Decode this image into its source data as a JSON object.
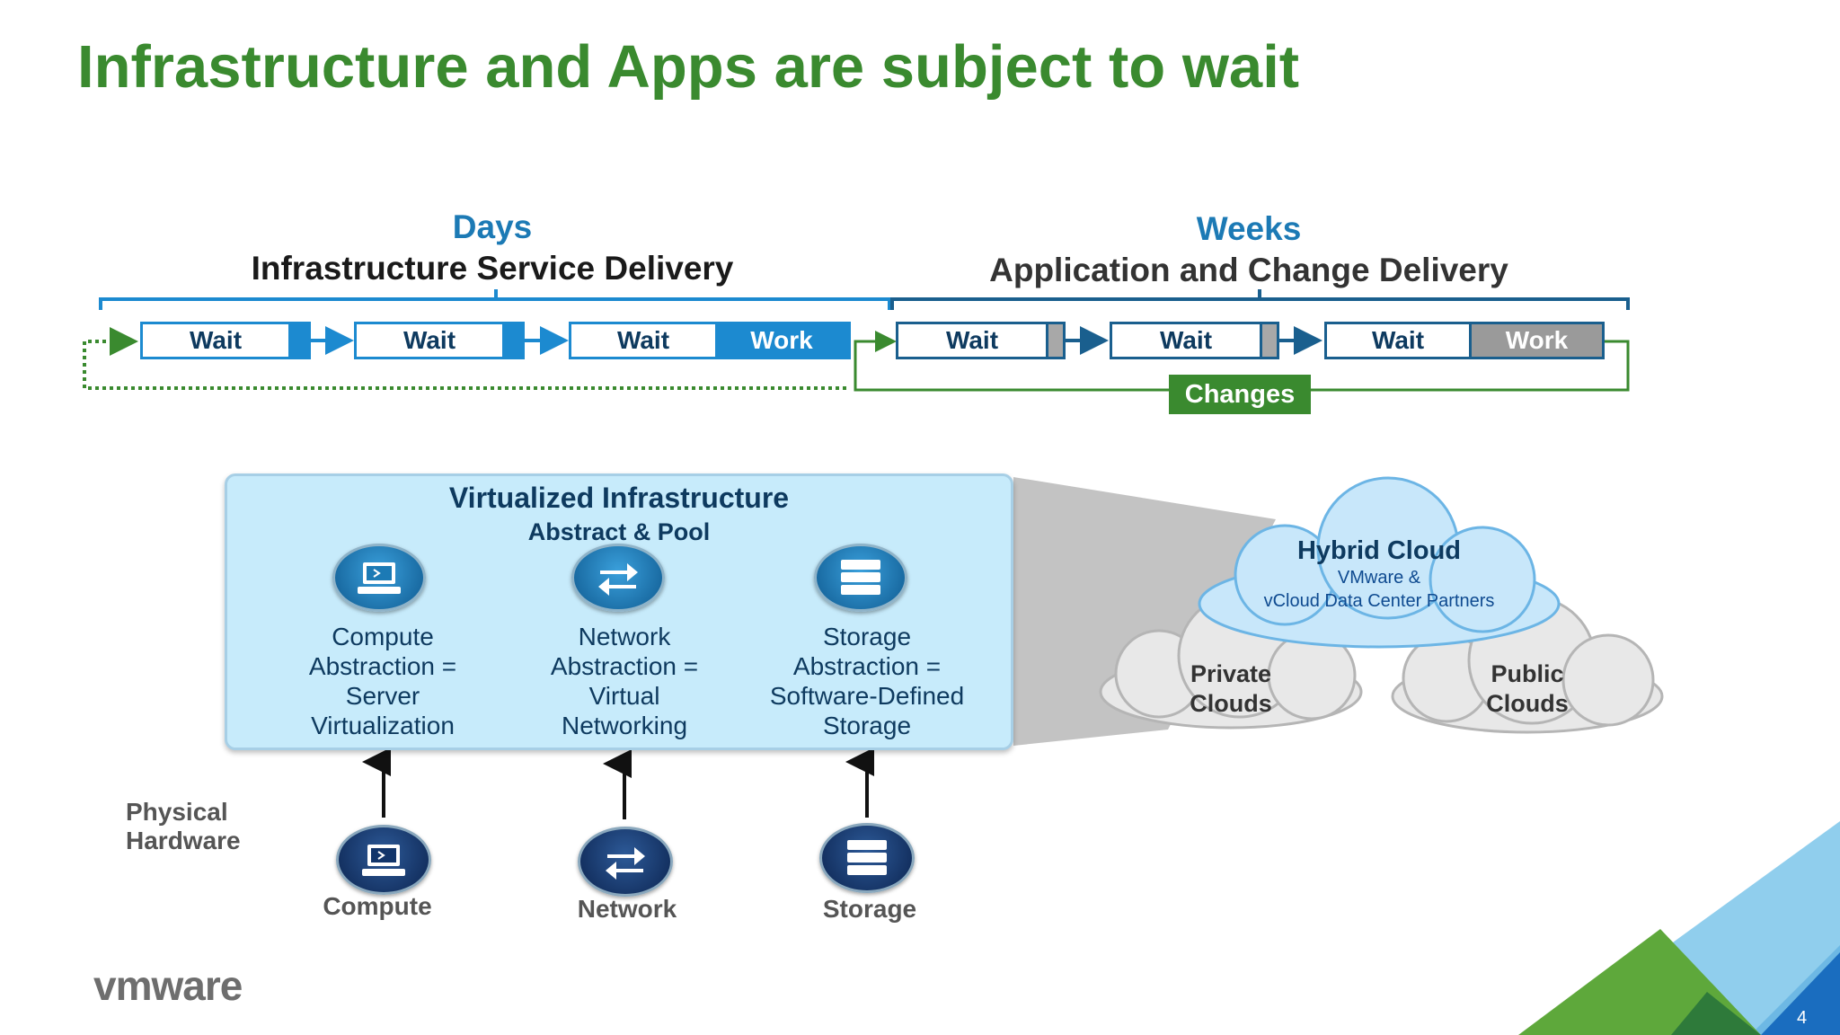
{
  "title": "Infrastructure and Apps are subject to wait",
  "left_header": {
    "duration": "Days",
    "label": "Infrastructure Service Delivery"
  },
  "right_header": {
    "duration": "Weeks",
    "label": "Application and Change Delivery"
  },
  "flow": {
    "wait": "Wait",
    "work": "Work",
    "changes": "Changes"
  },
  "virtualized": {
    "title": "Virtualized Infrastructure",
    "subtitle": "Abstract & Pool",
    "items": [
      {
        "line1": "Compute",
        "line2": "Abstraction =",
        "line3": "Server",
        "line4": "Virtualization"
      },
      {
        "line1": "Network",
        "line2": "Abstraction =",
        "line3": "Virtual",
        "line4": "Networking"
      },
      {
        "line1": "Storage",
        "line2": "Abstraction =",
        "line3": "Software-Defined",
        "line4": "Storage"
      }
    ]
  },
  "physical": {
    "title_line1": "Physical",
    "title_line2": "Hardware",
    "compute": "Compute",
    "network": "Network",
    "storage": "Storage"
  },
  "clouds": {
    "hybrid": {
      "title": "Hybrid Cloud",
      "line1": "VMware &",
      "line2": "vCloud Data Center Partners"
    },
    "private": {
      "line1": "Private",
      "line2": "Clouds"
    },
    "public": {
      "line1": "Public",
      "line2": "Clouds"
    }
  },
  "logo": "vmware",
  "page_number": "4",
  "colors": {
    "title_green": "#3a8a2f",
    "accent_blue": "#1c8ad0",
    "dark_blue": "#0e3a5f"
  }
}
